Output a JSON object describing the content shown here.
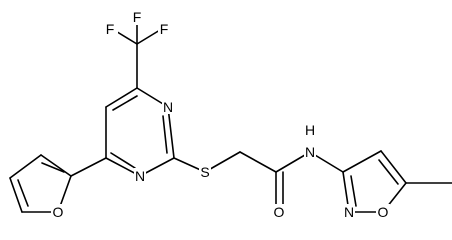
{
  "molecule": {
    "atoms": {
      "F1": "F",
      "F2": "F",
      "F3": "F",
      "N1": "N",
      "N2": "N",
      "O1": "O",
      "S1": "S",
      "NH": "N",
      "H": "H",
      "O2": "O",
      "N3": "N",
      "O3": "O"
    }
  }
}
